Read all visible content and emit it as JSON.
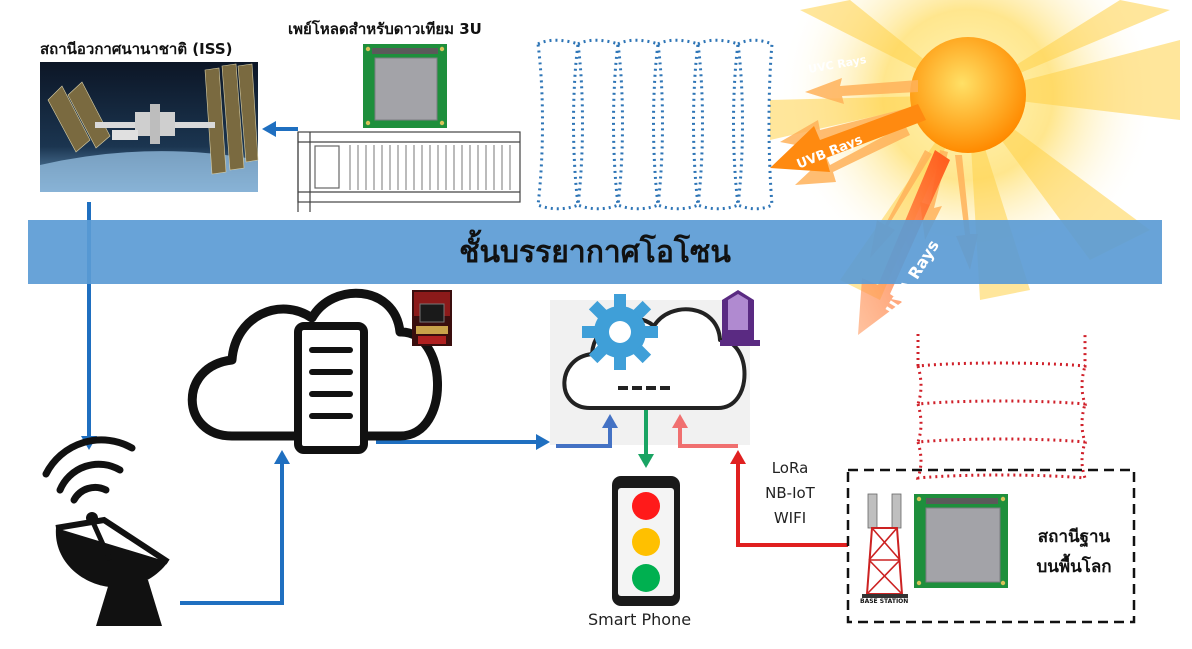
{
  "labels": {
    "iss": "สถานีอวกาศนานาชาติ (ISS)",
    "payload": "เพย์โหลดสำหรับดาวเทียม 3U",
    "ozone": "ชั้นบรรยากาศโอโซน",
    "smartphone": "Smart Phone",
    "link_protocols": [
      "LoRa",
      "NB-IoT",
      "WIFI"
    ],
    "ground_station": [
      "สถานีฐาน",
      "บนพื้นโลก"
    ],
    "tower_caption": "BASE STATION",
    "uvc": "UVC Rays",
    "uvb": "UVB Rays",
    "uva": "UVA Rays"
  },
  "icons": [
    "iss-photo",
    "payload-board-icon",
    "satellite-rack-icon",
    "sun-icon",
    "cloud-server-icon",
    "cloud-gear-icon",
    "satellite-dish-icon",
    "smartphone-traffic-light-icon",
    "base-station-tower-icon",
    "sensor-board-icon",
    "space-badge-logo",
    "university-logo"
  ],
  "colors": {
    "ozone_band": "#5b9bd5",
    "flow_arrow": "#1f6fc0",
    "red_link": "#e02020",
    "green_arrow": "#19a463",
    "light_blue_arrow": "#4472c4",
    "pink_arrow": "#f07070",
    "dotted_blue": "#2e75b6",
    "dotted_red": "#d0202a",
    "traffic_red": "#ff1a1a",
    "traffic_yellow": "#ffc000",
    "traffic_green": "#00b050",
    "board_green": "#1e8f3c",
    "chip_gray": "#a3a3a8"
  }
}
